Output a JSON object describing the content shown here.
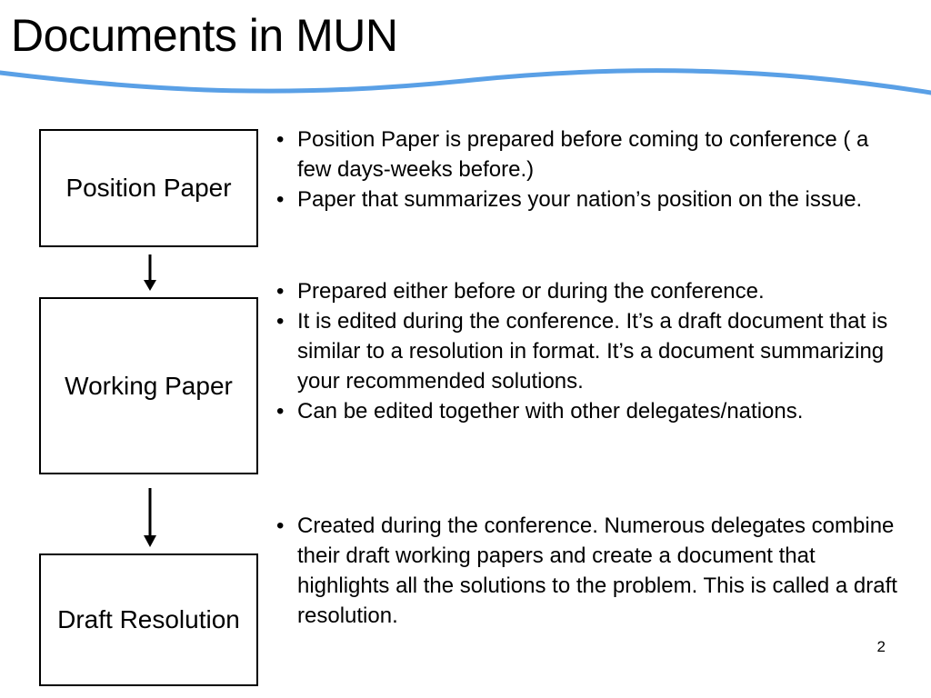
{
  "slide": {
    "title": "Documents in MUN",
    "page_number": "2",
    "accent_color": "#5aa0e6"
  },
  "flow": {
    "boxes": [
      {
        "label": "Position Paper"
      },
      {
        "label": "Working Paper"
      },
      {
        "label": "Draft Resolution"
      }
    ],
    "arrow_icon": "arrow-down-icon"
  },
  "descriptions": {
    "position_paper": [
      "Position Paper is prepared before coming to conference ( a few days-weeks before.)",
      "Paper that summarizes your nation’s position on the issue."
    ],
    "working_paper": [
      "Prepared either before or during the conference.",
      "It is edited during the conference. It’s a draft document that is similar to a resolution in format. It’s a document summarizing your recommended solutions.",
      "Can be edited together with other delegates/nations."
    ],
    "draft_resolution": [
      "Created during the conference. Numerous delegates combine their draft working papers and create a document that highlights all the solutions to the problem. This is called a draft resolution."
    ]
  },
  "bullet_glyph": "•"
}
